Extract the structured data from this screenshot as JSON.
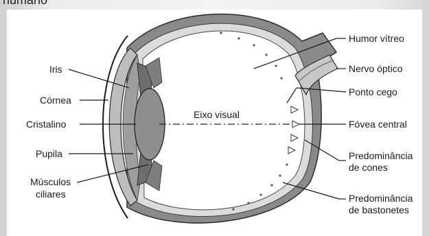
{
  "title_fragment": "humano",
  "labels": {
    "iris": "Iris",
    "cornea": "Córnea",
    "cristalino": "Cristalino",
    "pupila": "Pupila",
    "musculos_1": "Músculos",
    "musculos_2": "ciliares",
    "eixo_visual": "Eixo visual",
    "humor_vitreo": "Humor vítreo",
    "nervo_optico": "Nervo óptico",
    "ponto_cego": "Ponto cego",
    "fovea_central": "Fóvea central",
    "cones_1": "Predominância",
    "cones_2": "de cones",
    "bastonetes_1": "Predominância",
    "bastonetes_2": "de bastonetes"
  }
}
